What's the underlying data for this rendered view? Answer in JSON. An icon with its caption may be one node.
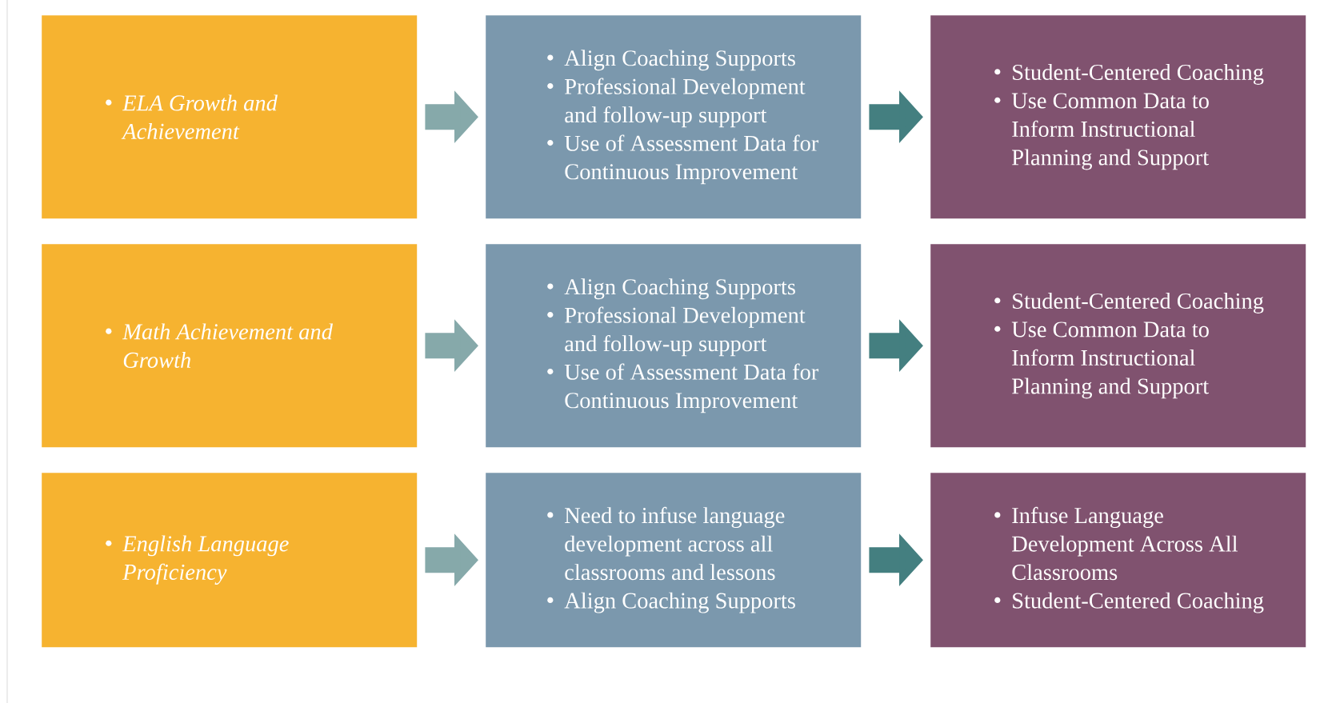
{
  "diagram": {
    "nodes": [
      {
        "text": [
          "ELA Growth and Achievement"
        ]
      },
      {
        "text": [
          "Align Coaching Supports",
          "Professional Development and follow-up support",
          "Use of Assessment Data for Continuous Improvement"
        ]
      },
      {
        "text": [
          "Student-Centered Coaching",
          "Use Common Data to Inform Instructional Planning and Support"
        ]
      },
      {
        "text": [
          "Math Achievement and Growth"
        ]
      },
      {
        "text": [
          "Align Coaching Supports",
          "Professional Development and follow-up support",
          "Use of Assessment Data for Continuous Improvement"
        ]
      },
      {
        "text": [
          "Student-Centered Coaching",
          "Use Common Data to Inform Instructional Planning and Support"
        ]
      },
      {
        "text": [
          "English Language Proficiency"
        ]
      },
      {
        "text": [
          "Need to infuse language development across all classrooms and lessons",
          "Align Coaching Supports"
        ]
      },
      {
        "text": [
          "Infuse Language Development Across All Classrooms",
          "Student-Centered Coaching"
        ]
      }
    ],
    "edges": [
      {
        "from": 0,
        "to": 1,
        "arrow": "to",
        "color": "#86a9aa"
      },
      {
        "from": 1,
        "to": 2,
        "arrow": "to",
        "color": "#447f80"
      },
      {
        "from": 3,
        "to": 4,
        "arrow": "to",
        "color": "#86a9aa"
      },
      {
        "from": 4,
        "to": 5,
        "arrow": "to",
        "color": "#447f80"
      },
      {
        "from": 6,
        "to": 7,
        "arrow": "to",
        "color": "#86a9aa"
      },
      {
        "from": 7,
        "to": 8,
        "arrow": "to",
        "color": "#447f80"
      }
    ]
  }
}
